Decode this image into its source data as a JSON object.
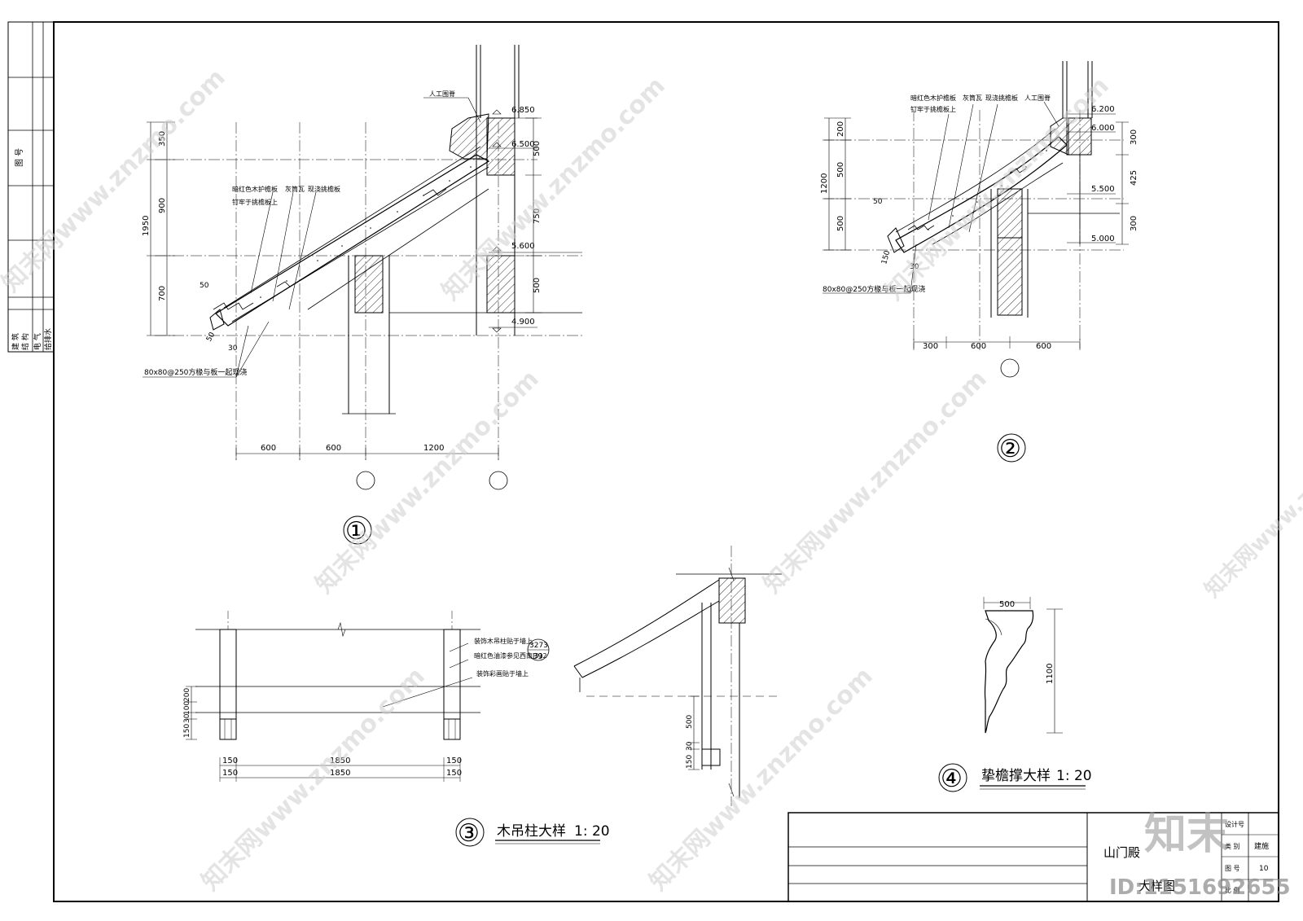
{
  "side_strip": {
    "vertical_label": "图 号",
    "disciplines": [
      "建 筑",
      "结 构",
      "电 气",
      "给排水"
    ]
  },
  "detail1": {
    "number": "①",
    "callouts": {
      "artificial_ridge": "人工围脊",
      "wood_board_line1": "暗红色木护檐板",
      "wood_board_line2": "钉牢于挑檐板上",
      "tile": "灰筒瓦",
      "cast_board": "现浇挑檐板",
      "rafter": "80x80@250方椽与板一起现浇"
    },
    "elevations": [
      "6.850",
      "6.500",
      "5.600",
      "4.900"
    ],
    "left_dims": [
      "350",
      "900",
      "700"
    ],
    "left_total": "1950",
    "right_dims": [
      "500",
      "750",
      "500"
    ],
    "bottom_dims": [
      "600",
      "600",
      "1200"
    ],
    "small_dims": [
      "50",
      "50",
      "30"
    ]
  },
  "detail2": {
    "number": "②",
    "callouts": {
      "wood_board_line1": "暗红色木护檐板",
      "wood_board_line2": "钉牢于挑檐板上",
      "tile": "灰筒瓦",
      "cast_board": "现浇挑檐板",
      "artificial_ridge": "人工围脊",
      "rafter": "80x80@250方椽与板一起现浇"
    },
    "elevations": [
      "6.200",
      "6.000",
      "5.500",
      "5.000"
    ],
    "left_dims": [
      "200",
      "500",
      "500"
    ],
    "left_total": "1200",
    "right_dims": [
      "300",
      "425",
      "300"
    ],
    "bottom_dims": [
      "300",
      "600",
      "600"
    ],
    "small_dims": [
      "50",
      "150",
      "30"
    ]
  },
  "detail3": {
    "number": "③",
    "title": "木吊柱大样",
    "scale": "1: 20",
    "notes": [
      "装饰木吊柱贴于墙上",
      "暗红色油漆参见西南J312",
      "装饰彩画贴于墙上"
    ],
    "ref_top": "3273",
    "ref_bottom": "39",
    "left_dims": [
      "200",
      "100",
      "30",
      "150"
    ],
    "bottom_row1": [
      "150",
      "1850",
      "150"
    ],
    "bottom_row2": [
      "150",
      "1850",
      "150"
    ],
    "side_dims": [
      "500",
      "30",
      "150"
    ]
  },
  "detail4": {
    "number": "④",
    "title": "挚檐撑大样",
    "scale": "1: 20",
    "width": "500",
    "height": "1100"
  },
  "title_block": {
    "project": "山门殿",
    "drawing_name": "大样图",
    "labels": [
      "设计号",
      "类 别",
      "图 号",
      "比 例"
    ],
    "values": [
      "",
      "建施",
      "10",
      ""
    ]
  },
  "watermark": {
    "text": "知末网www.znzmo.com",
    "logo": "知末",
    "id": "ID:1151692655"
  }
}
